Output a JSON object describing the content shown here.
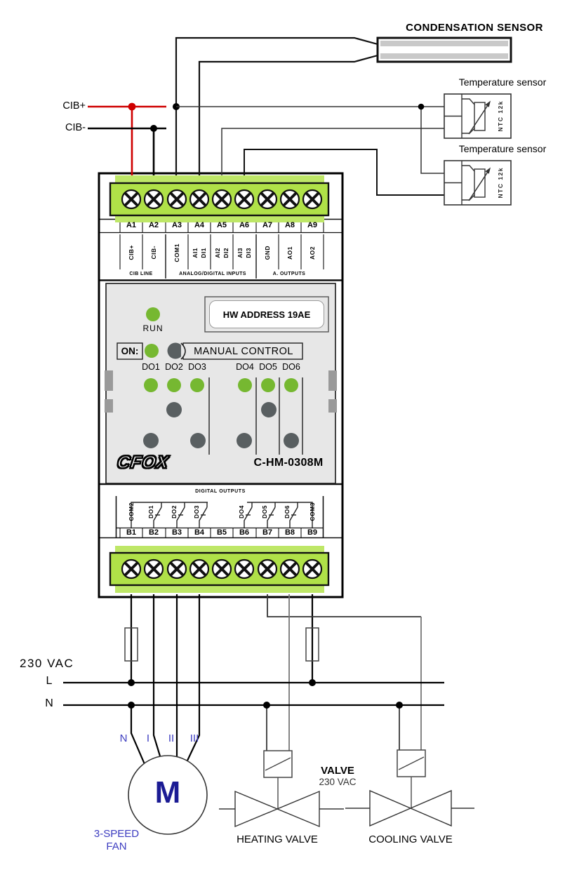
{
  "diagram": {
    "condensation_sensor": {
      "label": "CONDENSATION SENSOR"
    },
    "temperature_sensor_1": {
      "label": "Temperature sensor",
      "type": "NTC 12k"
    },
    "temperature_sensor_2": {
      "label": "Temperature sensor",
      "type": "NTC 12k"
    },
    "cib": {
      "plus": "CIB+",
      "minus": "CIB-"
    },
    "power": {
      "voltage": "230 VAC",
      "line": "L",
      "neutral": "N"
    },
    "fan": {
      "motor_letter": "M",
      "caption1": "3-SPEED",
      "caption2": "FAN",
      "leads": [
        "N",
        "I",
        "II",
        "III"
      ]
    },
    "valves": {
      "header": "VALVE",
      "voltage": "230 VAC",
      "heating": "HEATING VALVE",
      "cooling": "COOLING VALVE"
    }
  },
  "module": {
    "model": "C-HM-0308M",
    "brand": "CFOX",
    "hw_address": "HW ADDRESS 19AE",
    "run_label": "RUN",
    "on_label": "ON:",
    "manual_control": "MANUAL CONTROL",
    "digital_outputs_header": "DIGITAL OUTPUTS",
    "do_labels": [
      "DO1",
      "DO2",
      "DO3",
      "DO4",
      "DO5",
      "DO6"
    ],
    "top_groups": {
      "cib": "CIB LINE",
      "inputs": "ANALOG/DIGITAL INPUTS",
      "outputs": "A. OUTPUTS"
    },
    "terminals_top": [
      {
        "id": "A1",
        "signal": "CIB+"
      },
      {
        "id": "A2",
        "signal": "CIB-"
      },
      {
        "id": "A3",
        "signal": "COM1"
      },
      {
        "id": "A4",
        "signal": "AI1",
        "signal2": "DI1"
      },
      {
        "id": "A5",
        "signal": "AI2",
        "signal2": "DI2"
      },
      {
        "id": "A6",
        "signal": "AI3",
        "signal2": "DI3"
      },
      {
        "id": "A7",
        "signal": "GND"
      },
      {
        "id": "A8",
        "signal": "AO1"
      },
      {
        "id": "A9",
        "signal": "AO2"
      }
    ],
    "terminals_bottom": [
      {
        "id": "B1",
        "signal": "COM2"
      },
      {
        "id": "B2",
        "signal": "DO1"
      },
      {
        "id": "B3",
        "signal": "DO2"
      },
      {
        "id": "B4",
        "signal": "DO3"
      },
      {
        "id": "B5",
        "signal": ""
      },
      {
        "id": "B6",
        "signal": "DO4"
      },
      {
        "id": "B7",
        "signal": "DO5"
      },
      {
        "id": "B8",
        "signal": "DO6"
      },
      {
        "id": "B9",
        "signal": "COM3"
      }
    ]
  },
  "colors": {
    "terminal_green": "#b0e148",
    "terminal_green_light": "#bee767",
    "led_green": "#76b831",
    "cib_plus_red": "#cf0000",
    "fan_blue": "#3c3cc0",
    "motor_navy": "#1b1b94",
    "button_gray": "#595f61"
  }
}
